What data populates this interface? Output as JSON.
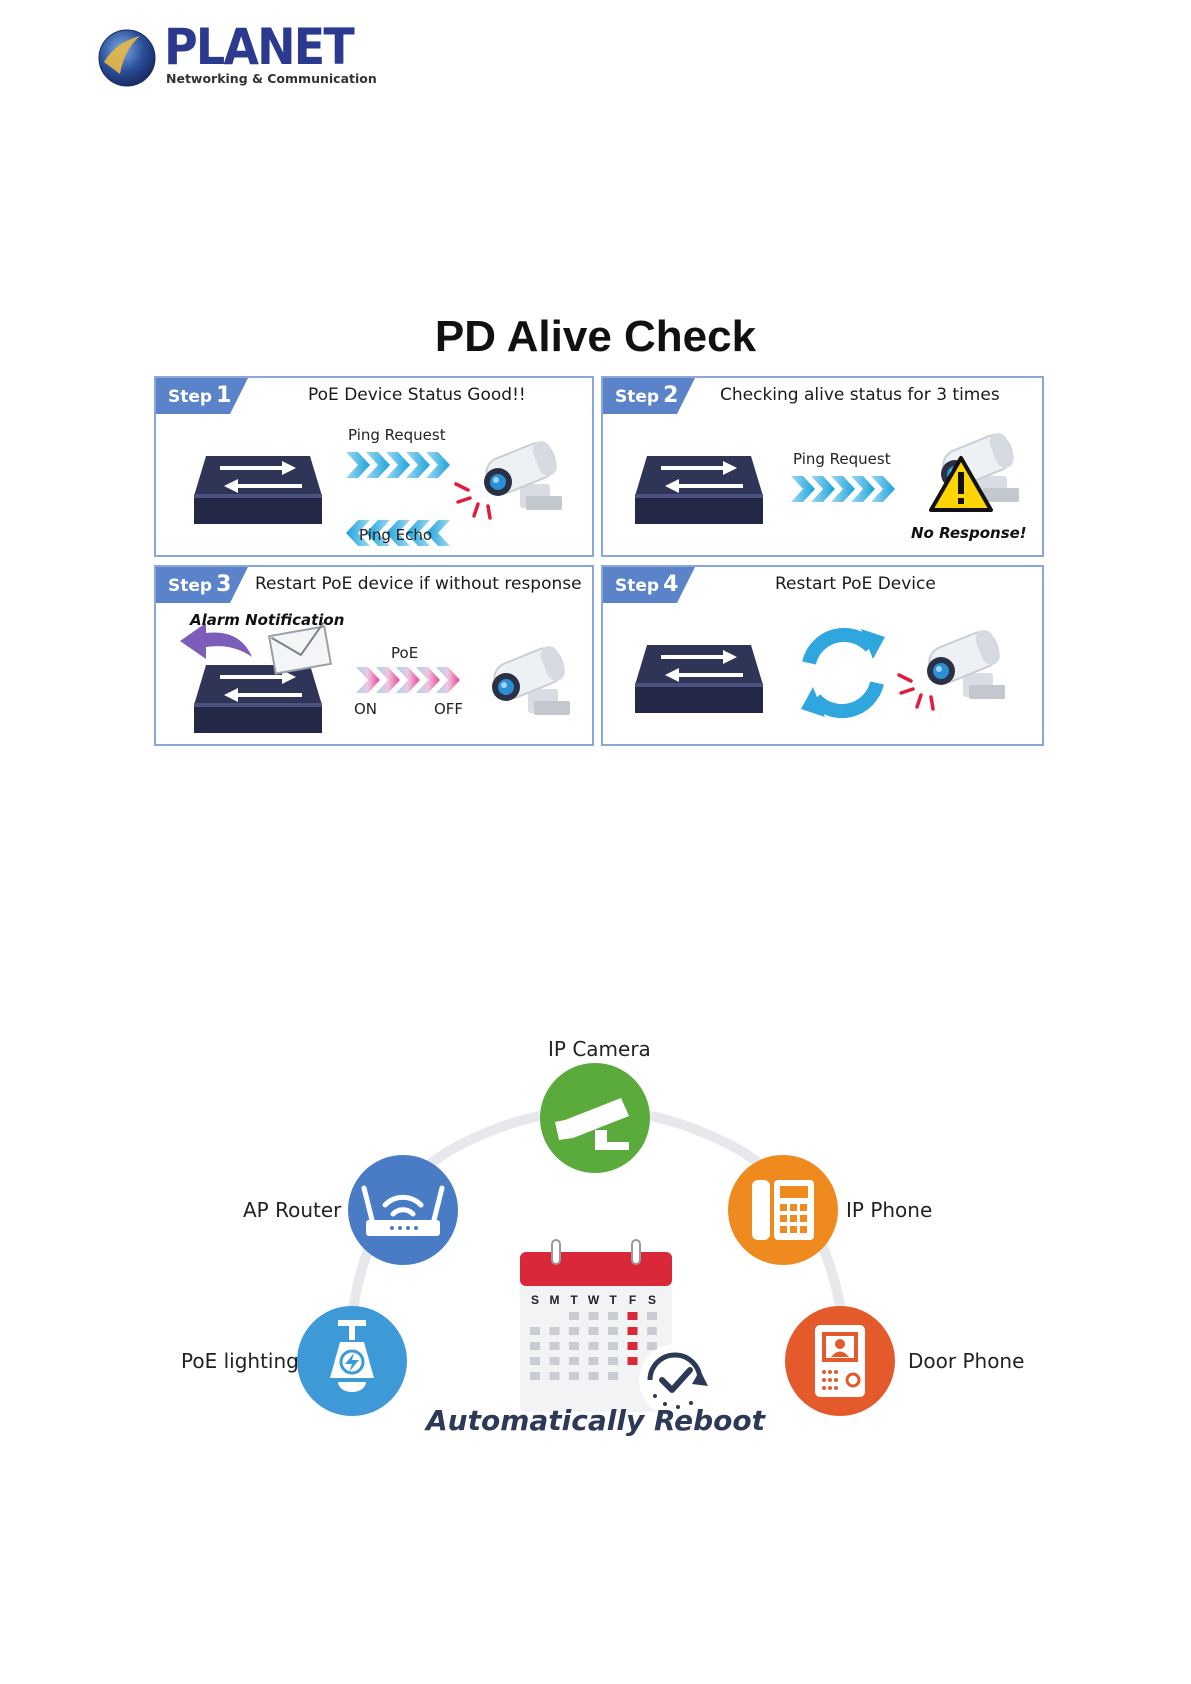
{
  "brand": {
    "name": "PLANET",
    "tagline": "Networking & Communication"
  },
  "section_title": "PD Alive Check",
  "step_word": "Step",
  "steps": [
    {
      "number": "1",
      "title": "PoE Device Status Good!!",
      "labels": [
        "Ping Request",
        "Ping Echo"
      ]
    },
    {
      "number": "2",
      "title": "Checking alive status for 3 times",
      "labels": [
        "Ping Request",
        "No Response!"
      ]
    },
    {
      "number": "3",
      "title": "Restart PoE device if without response",
      "labels": [
        "Alarm Notification",
        "PoE",
        "ON",
        "OFF"
      ]
    },
    {
      "number": "4",
      "title": "Restart PoE Device",
      "labels": []
    }
  ],
  "devices": {
    "ip_camera": "IP Camera",
    "ap_router": "AP Router",
    "ip_phone": "IP Phone",
    "poe_lighting": "PoE lighting",
    "door_phone": "Door Phone"
  },
  "calendar_days": [
    "S",
    "M",
    "T",
    "W",
    "T",
    "F",
    "S"
  ],
  "reboot_caption": "Automatically Reboot",
  "colors": {
    "brand": "#2b3a8f",
    "panel_border": "#8aa7d8",
    "step_badge": "#5b83c9",
    "ip_camera": "#5aaa3c",
    "ap_router": "#4a7cc6",
    "ip_phone": "#ee8a1e",
    "poe_lighting": "#3d9ad6",
    "door_phone": "#e45a2a",
    "calendar_red": "#d8283a"
  }
}
